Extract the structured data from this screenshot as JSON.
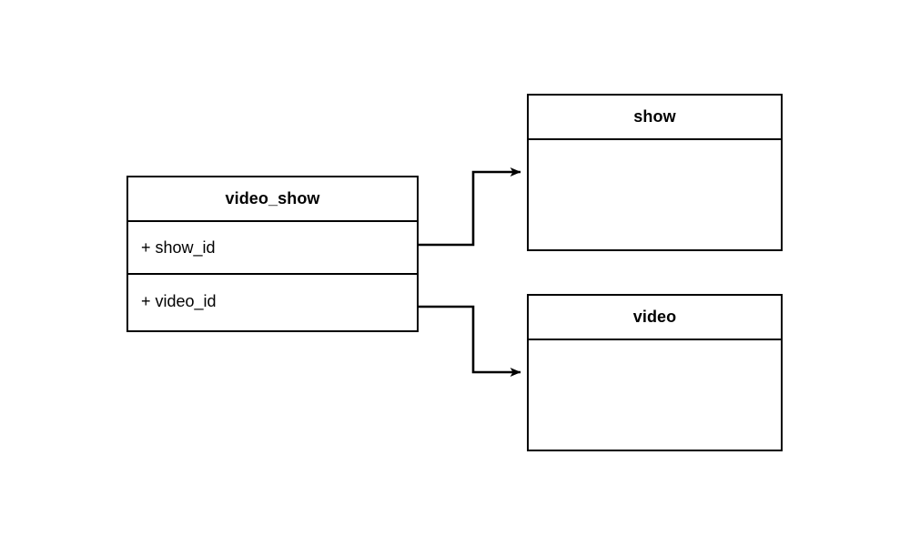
{
  "diagram": {
    "title": "video_show relationship diagram",
    "type": "entity-relationship",
    "background_color": "#ffffff",
    "stroke_color": "#000000",
    "text_color": "#000000"
  },
  "entities": [
    {
      "id": "video_show",
      "name": "video_show",
      "attributes": [
        {
          "visibility": "+",
          "name": "show_id",
          "label": "+ show_id"
        },
        {
          "visibility": "+",
          "name": "video_id",
          "label": "+ video_id"
        }
      ]
    },
    {
      "id": "show",
      "name": "show",
      "attributes": []
    },
    {
      "id": "video",
      "name": "video",
      "attributes": []
    }
  ],
  "relationships": [
    {
      "id": "video_show-to-show",
      "from": "video_show.show_id",
      "to": "show",
      "marker": "arrow"
    },
    {
      "id": "video_show-to-video",
      "from": "video_show.video_id",
      "to": "video",
      "marker": "arrow"
    }
  ]
}
